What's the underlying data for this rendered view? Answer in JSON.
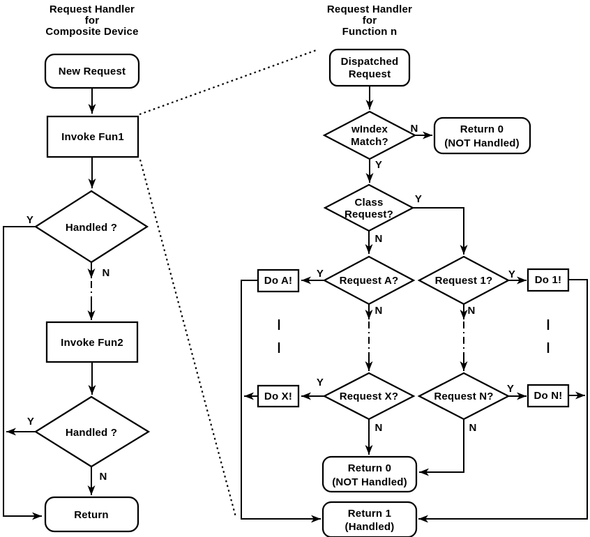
{
  "colors": {
    "stroke": "#000000",
    "background": "#ffffff"
  },
  "labels": {
    "yes": "Y",
    "no": "N"
  },
  "left": {
    "title_lines": [
      "Request Handler",
      "for",
      "Composite Device"
    ],
    "new_request": "New Request",
    "invoke_fun1": "Invoke Fun1",
    "handled_1": "Handled ?",
    "invoke_fun2": "Invoke Fun2",
    "handled_2": "Handled ?",
    "return": "Return"
  },
  "right": {
    "title_lines": [
      "Request Handler",
      "for",
      "Function n"
    ],
    "dispatched_lines": [
      "Dispatched",
      "Request"
    ],
    "windex_lines": [
      "wIndex",
      "Match?"
    ],
    "return0_top_lines": [
      "Return 0",
      "(NOT Handled)"
    ],
    "class_lines": [
      "Class",
      "Request?"
    ],
    "request_a": "Request A?",
    "request_1": "Request 1?",
    "do_a": "Do A!",
    "do_1": "Do 1!",
    "request_x": "Request X?",
    "request_n": "Request N?",
    "do_x": "Do X!",
    "do_n": "Do N!",
    "return0_bottom_lines": [
      "Return 0",
      "(NOT Handled)"
    ],
    "return1_lines": [
      "Return 1",
      "(Handled)"
    ]
  }
}
